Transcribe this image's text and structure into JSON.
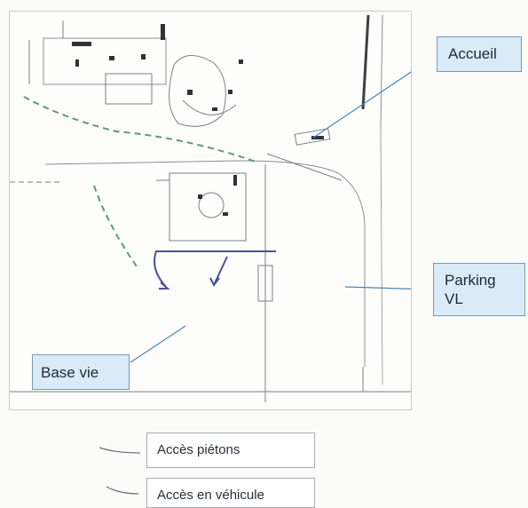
{
  "labels": {
    "accueil": "Accueil",
    "parking_line1": "Parking",
    "parking_line2": "VL",
    "base_vie": "Base vie"
  },
  "legend": {
    "pedestrian": "Accès piétons",
    "vehicle": "Accès en véhicule"
  },
  "colors": {
    "callout_fill": "#d9ebf7",
    "callout_border": "#7a9ab4",
    "pedestrian_path": "#5f9b6e",
    "vehicle_path": "#4a4fa0",
    "leader_line": "#4a86b8",
    "plan_lines": "#6f7378"
  }
}
